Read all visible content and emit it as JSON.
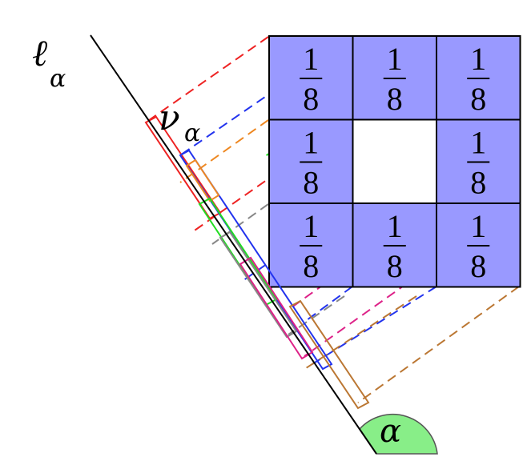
{
  "labels": {
    "line": "ℓ",
    "line_sub": "α",
    "measure": "ν",
    "measure_sub": "α",
    "angle": "α"
  },
  "grid": {
    "rows": 3,
    "cols": 3,
    "cells": [
      {
        "row": 0,
        "col": 0,
        "filled": true,
        "numerator": "1",
        "denominator": "8"
      },
      {
        "row": 0,
        "col": 1,
        "filled": true,
        "numerator": "1",
        "denominator": "8"
      },
      {
        "row": 0,
        "col": 2,
        "filled": true,
        "numerator": "1",
        "denominator": "8"
      },
      {
        "row": 1,
        "col": 0,
        "filled": true,
        "numerator": "1",
        "denominator": "8"
      },
      {
        "row": 1,
        "col": 1,
        "filled": false,
        "numerator": "",
        "denominator": ""
      },
      {
        "row": 1,
        "col": 2,
        "filled": true,
        "numerator": "1",
        "denominator": "8"
      },
      {
        "row": 2,
        "col": 0,
        "filled": true,
        "numerator": "1",
        "denominator": "8"
      },
      {
        "row": 2,
        "col": 1,
        "filled": true,
        "numerator": "1",
        "denominator": "8"
      },
      {
        "row": 2,
        "col": 2,
        "filled": true,
        "numerator": "1",
        "denominator": "8"
      }
    ]
  },
  "colors": {
    "cell_fill": "#9999ff",
    "cell_empty": "#ffffff",
    "grid_line": "#000000",
    "line": "#000000",
    "angle_fill": "#88ee88",
    "angle_stroke": "#555555",
    "projection_colors": [
      "#ee2222",
      "#2233ee",
      "#ee8822",
      "#22dd22",
      "#888888",
      "#dd2288",
      "#bb7733"
    ]
  }
}
